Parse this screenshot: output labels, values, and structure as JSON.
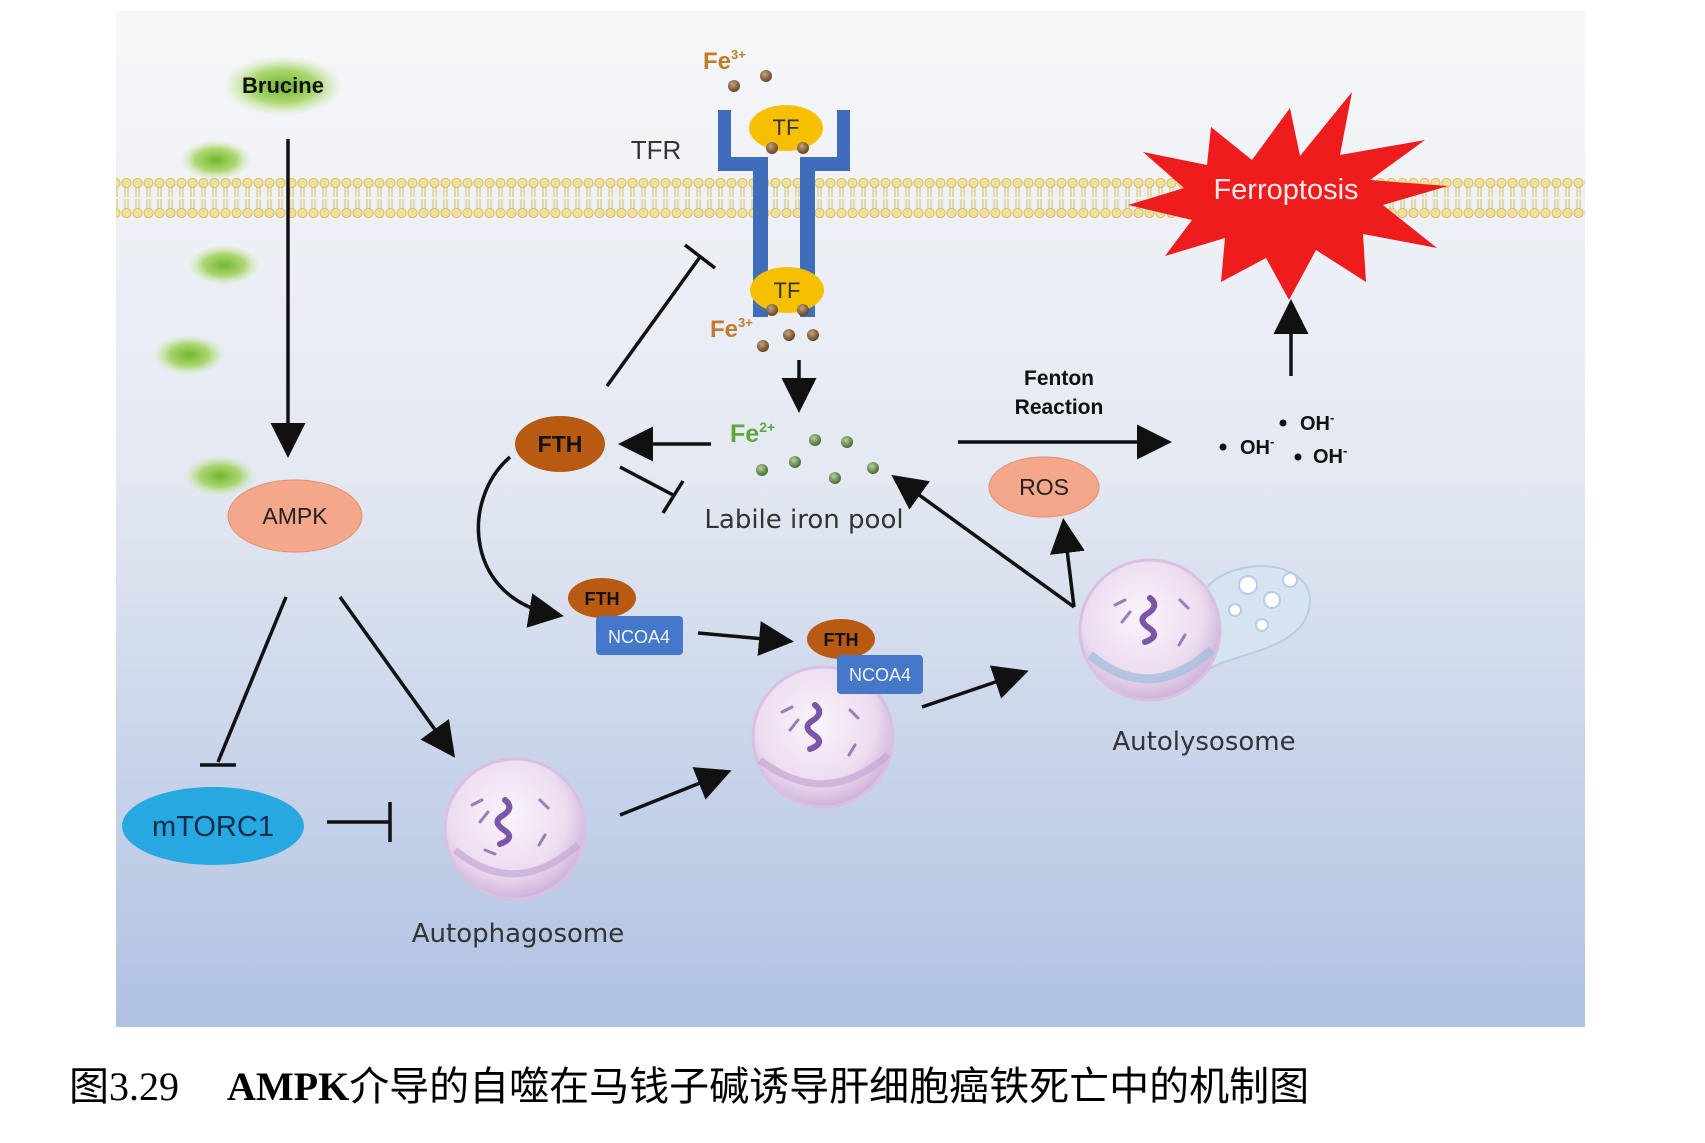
{
  "labels": {
    "brucine": "Brucine",
    "ampk": "AMPK",
    "mtorc1": "mTORC1",
    "autophagosome": "Autophagosome",
    "tfr": "TFR",
    "tf": "TF",
    "fe3": "Fe",
    "fe3_sup": "3+",
    "fe2": "Fe",
    "fe2_sup": "2+",
    "fth": "FTH",
    "labile_iron_pool": "Labile iron pool",
    "ncoa4": "NCOA4",
    "fenton_line1": "Fenton",
    "fenton_line2": "Reaction",
    "ros": "ROS",
    "oh": "OH",
    "oh_sup": "-",
    "autolysosome": "Autolysosome",
    "ferroptosis": "Ferroptosis"
  },
  "caption": {
    "number": "图3.29",
    "bold_part": "AMPK",
    "rest": "介导的自噬在马钱子碱诱导肝细胞癌铁死亡中的机制图"
  },
  "colors": {
    "background_top": "#f4f6f9",
    "background_bottom": "#b2c3e3",
    "membrane": "#e8d78a",
    "tfr_blue": "#3f6cbb",
    "tf_yellow": "#f6c000",
    "fe3_text": "#c07c2a",
    "fe2_text": "#5fa63c",
    "fth_brown": "#b85a12",
    "ncoa4_blue": "#4678c9",
    "ampk_salmon": "#f4a78a",
    "mtorc1_blue": "#27a8e0",
    "ferroptosis_red": "#ee1c1c",
    "green_blob": "#86c63f"
  }
}
